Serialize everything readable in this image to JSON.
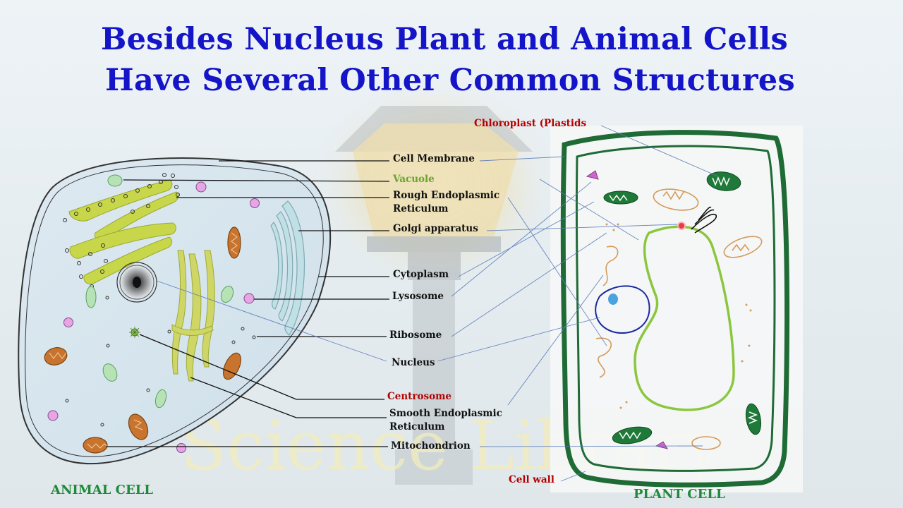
{
  "slide": {
    "title_line1": "Besides Nucleus Plant and Animal Cells",
    "title_line2": "Have Several Other Common Structures",
    "watermark": "Science Library"
  },
  "labels": {
    "cell_membrane": "Cell Membrane",
    "vacuole": "Vacuole",
    "rough_er_line1": "Rough Endoplasmic",
    "rough_er_line2": "Reticulum",
    "golgi": "Golgi apparatus",
    "cytoplasm": "Cytoplasm",
    "lysosome": "Lysosome",
    "ribosome": "Ribosome",
    "nucleus": "Nucleus",
    "centrosome": "Centrosome",
    "smooth_er_line1": "Smooth Endoplasmic",
    "smooth_er_line2": "Reticulum",
    "mitochondrion": "Mitochondrion",
    "chloroplast": "Chloroplast (Plastids",
    "cell_wall": "Cell wall"
  },
  "captions": {
    "animal": "ANIMAL CELL",
    "plant": "PLANT CELL"
  },
  "colors": {
    "title": "#1414c8",
    "label_red": "#b40000",
    "label_green": "#6aa232",
    "caption_green": "#1e8a3a",
    "cell_wall": "#1f6b35",
    "vacuole": "#8cc63e"
  }
}
